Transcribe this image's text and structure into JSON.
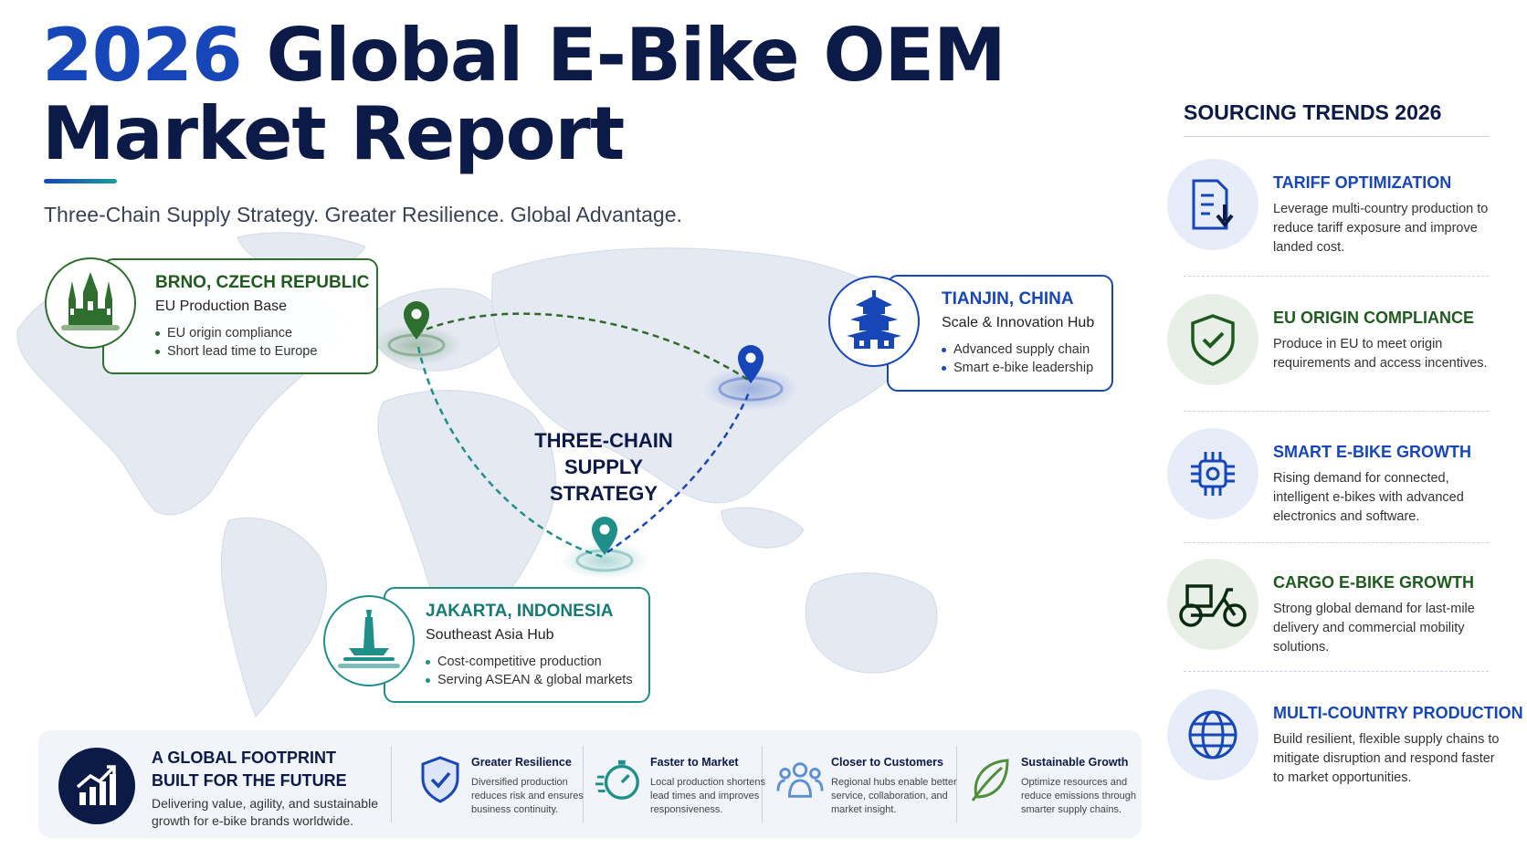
{
  "header": {
    "title_year": "2026",
    "title_line1": "Global E-Bike OEM",
    "title_line2": "Market Report",
    "subtitle": "Three-Chain Supply Strategy. Greater Resilience. Global Advantage."
  },
  "map": {
    "center_label_lines": [
      "THREE-CHAIN",
      "SUPPLY",
      "STRATEGY"
    ],
    "locations": {
      "brno": {
        "name": "BRNO, CZECH REPUBLIC",
        "role": "EU Production Base",
        "bullets": [
          "EU origin compliance",
          "Short lead time to Europe"
        ],
        "icon": "cathedral-icon",
        "color": "#2e6e2e"
      },
      "tianjin": {
        "name": "TIANJIN, CHINA",
        "role": "Scale & Innovation Hub",
        "bullets": [
          "Advanced supply chain",
          "Smart e-bike leadership"
        ],
        "icon": "pagoda-icon",
        "color": "#1746b8"
      },
      "jakarta": {
        "name": "JAKARTA, INDONESIA",
        "role": "Southeast Asia Hub",
        "bullets": [
          "Cost-competitive production",
          "Serving ASEAN & global markets"
        ],
        "icon": "monument-icon",
        "color": "#1f8f8a"
      }
    }
  },
  "sidebar": {
    "heading": "SOURCING TRENDS 2026",
    "trends": [
      {
        "title": "TARIFF OPTIMIZATION",
        "desc": "Leverage multi-country production to reduce tariff exposure and improve landed cost.",
        "icon": "document-download-icon",
        "color": "#1746b8"
      },
      {
        "title": "EU ORIGIN COMPLIANCE",
        "desc": "Produce in EU to meet origin requirements and access incentives.",
        "icon": "shield-check-icon",
        "color": "#1f5b1f"
      },
      {
        "title": "SMART E-BIKE GROWTH",
        "desc": "Rising demand for connected, intelligent e-bikes with advanced electronics and software.",
        "icon": "chip-icon",
        "color": "#1746b8"
      },
      {
        "title": "CARGO E-BIKE GROWTH",
        "desc": "Strong global demand for last-mile delivery and commercial mobility solutions.",
        "icon": "cargo-bike-icon",
        "color": "#1f5b1f"
      },
      {
        "title": "MULTI-COUNTRY PRODUCTION",
        "desc": "Build resilient, flexible supply chains to mitigate disruption and respond faster to market opportunities.",
        "icon": "globe-icon",
        "color": "#1746b8"
      }
    ]
  },
  "footer": {
    "footprint_title": "A GLOBAL FOOTPRINT BUILT FOR THE FUTURE",
    "footprint_desc": "Delivering value, agility, and sustainable growth for e-bike brands worldwide.",
    "features": [
      {
        "title": "Greater Resilience",
        "desc": "Diversified production reduces risk and ensures business continuity.",
        "icon": "shield-check-icon"
      },
      {
        "title": "Faster to Market",
        "desc": "Local production shortens lead times and improves responsiveness.",
        "icon": "stopwatch-icon"
      },
      {
        "title": "Closer to Customers",
        "desc": "Regional hubs enable better service, collaboration, and market insight.",
        "icon": "people-icon"
      },
      {
        "title": "Sustainable Growth",
        "desc": "Optimize resources and reduce emissions through smarter supply chains.",
        "icon": "leaf-icon"
      }
    ]
  }
}
